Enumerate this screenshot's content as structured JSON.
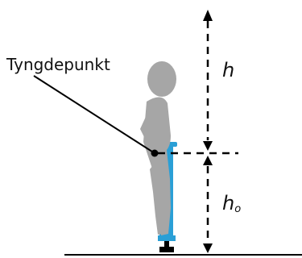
{
  "labels": {
    "center_of_gravity": "Tyngdepunkt",
    "height_above": "h",
    "height_base": "h",
    "height_base_subscript": "o"
  },
  "colors": {
    "figure": "#a6a6a6",
    "stilt": "#2a9fd6",
    "line": "#000000"
  }
}
